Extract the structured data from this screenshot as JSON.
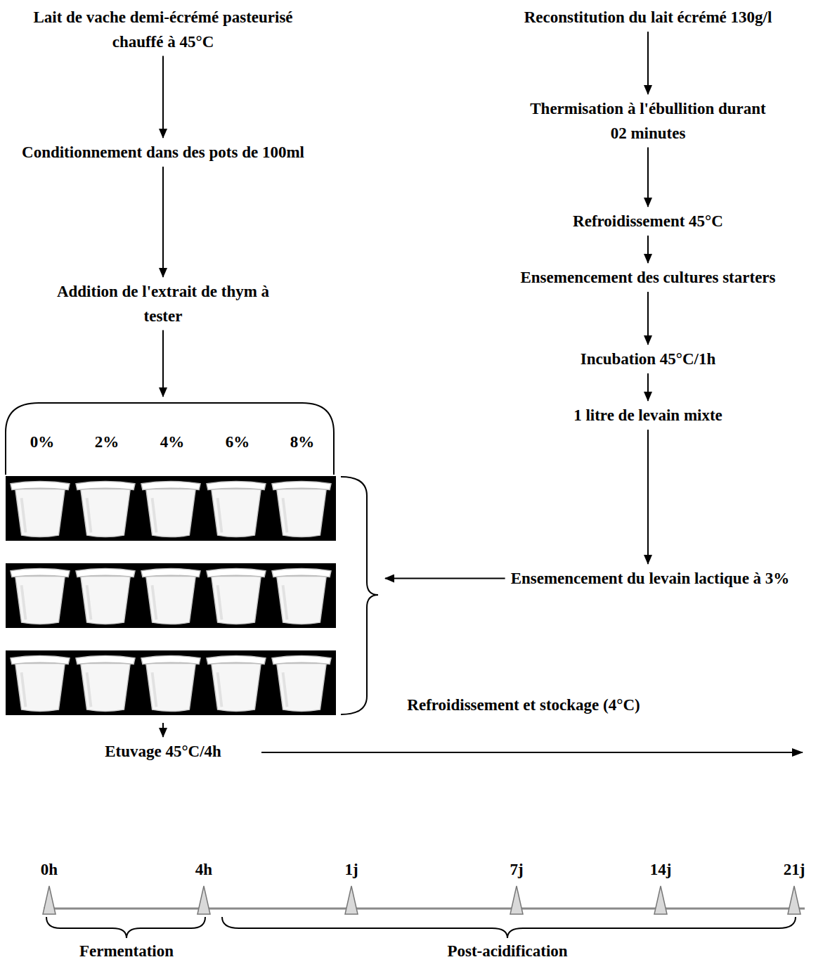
{
  "diagram": {
    "nodes": [
      {
        "text": [
          "Lait de vache demi-écrémé pasteurisé chauffé à 45°C"
        ]
      },
      {
        "text": [
          "Conditionnement dans des pots de 100ml"
        ]
      },
      {
        "text": [
          "Addition de l'extrait de thym à tester"
        ]
      },
      {
        "text": [
          "0%",
          "2%",
          "4%",
          "6%",
          "8%"
        ]
      },
      {
        "text": [
          "Etuvage 45°C/4h"
        ]
      },
      {
        "text": [
          "Reconstitution du lait écrémé 130g/l"
        ]
      },
      {
        "text": [
          "Thermisation à l'ébullition durant 02 minutes"
        ]
      },
      {
        "text": [
          "Refroidissement 45°C"
        ]
      },
      {
        "text": [
          "Ensemencement des cultures starters"
        ]
      },
      {
        "text": [
          "Incubation 45°C/1h"
        ]
      },
      {
        "text": [
          "1 litre de levain mixte"
        ]
      },
      {
        "text": [
          "Ensemencement du levain lactique à 3%"
        ]
      }
    ],
    "edges": [
      {
        "from": 0,
        "to": 1,
        "arrow": "to"
      },
      {
        "from": 1,
        "to": 2,
        "arrow": "to"
      },
      {
        "from": 2,
        "to": 3,
        "arrow": "to"
      },
      {
        "from": 3,
        "to": 4,
        "arrow": "to"
      },
      {
        "from": 5,
        "to": 6,
        "arrow": "to"
      },
      {
        "from": 6,
        "to": 7,
        "arrow": "to"
      },
      {
        "from": 7,
        "to": 8,
        "arrow": "to"
      },
      {
        "from": 8,
        "to": 9,
        "arrow": "to"
      },
      {
        "from": 9,
        "to": 10,
        "arrow": "to"
      },
      {
        "from": 10,
        "to": 11,
        "arrow": "to"
      },
      {
        "from": 11,
        "to": 3,
        "arrow": "to"
      }
    ],
    "labels": [
      "Refroidissement et stockage (4°C)",
      "0h",
      "4h",
      "1j",
      "7j",
      "14j",
      "21j",
      "Fermentation",
      "Post-acidification"
    ]
  }
}
